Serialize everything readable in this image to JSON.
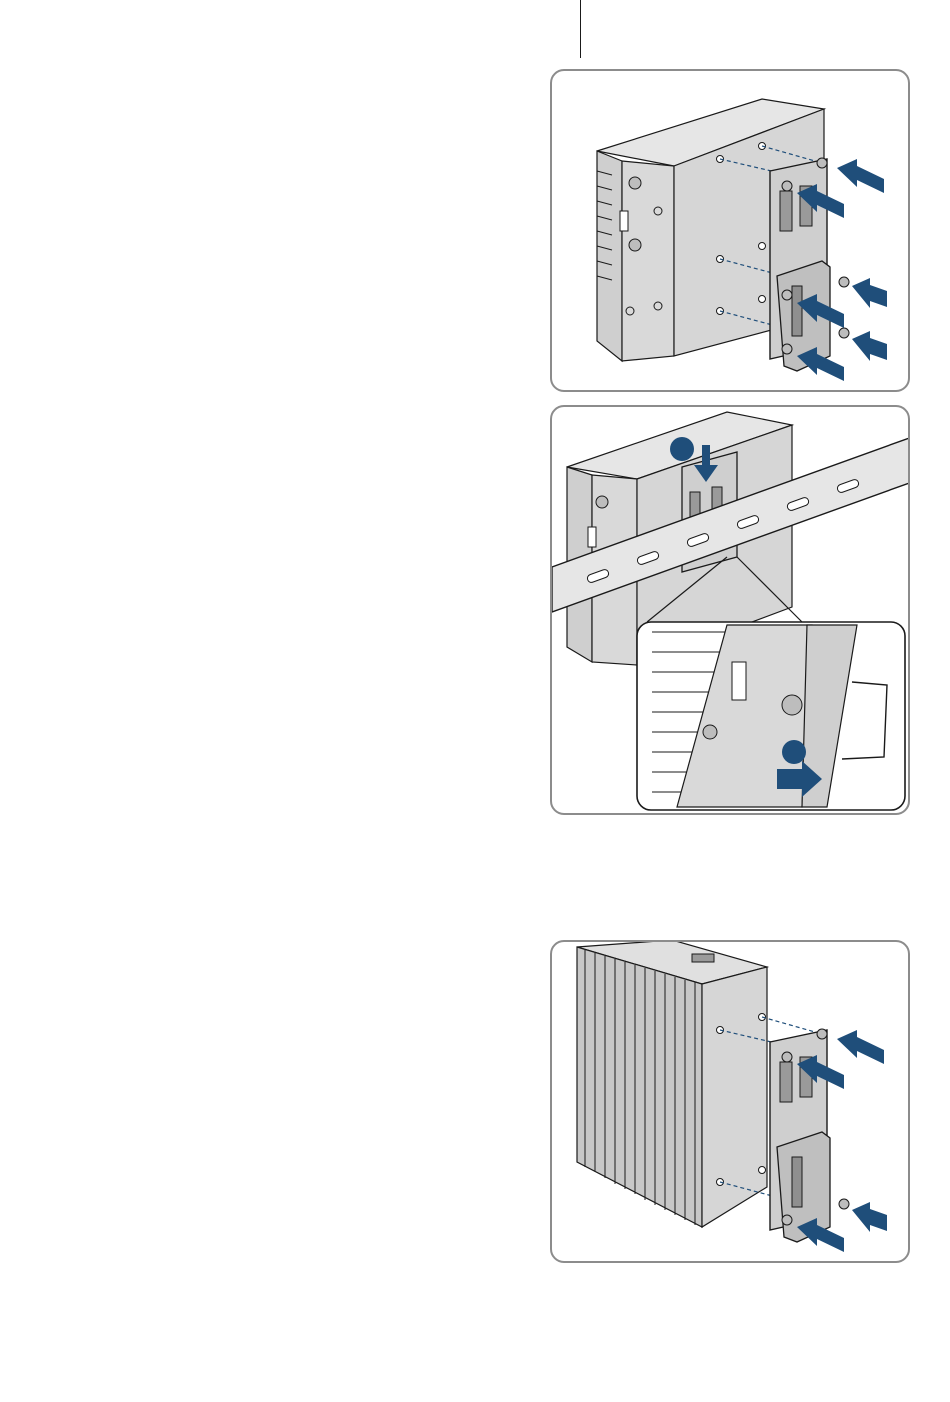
{
  "colors": {
    "accent_arrow": "#1f4e7a",
    "device_body": "#d9d9d9",
    "device_dark": "#bdbdbd",
    "outline": "#1a1a1a",
    "panel_border": "#8c8c8c"
  },
  "figures": [
    {
      "id": "fig1",
      "subject": "rail-clip-mounting-on-device-side",
      "arrows": 6
    },
    {
      "id": "fig2",
      "subject": "device-hooked-onto-din-rail",
      "steps": [
        "",
        ""
      ]
    },
    {
      "id": "fig3",
      "subject": "rail-clip-mounting-on-finned-device",
      "arrows": 4
    }
  ],
  "icons": {
    "arrow": "push-arrow-icon",
    "screw": "screw-icon",
    "step": "step-badge-icon"
  }
}
